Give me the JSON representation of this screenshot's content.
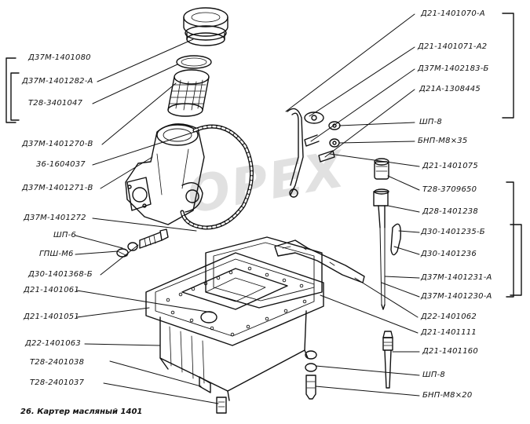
{
  "watermark": "OPEX",
  "caption": "26. Картер масляный 1401",
  "labels": {
    "l01": "Д37М-1401080",
    "l02": "Д37М-1401282-А",
    "l03": "Т28-3401047",
    "l04": "Д37М-1401270-В",
    "l05": "36-1604037",
    "l06": "Д37М-1401271-В",
    "l07": "Д37М-1401272",
    "l08": "ШП-6",
    "l09": "ГПШ-М6",
    "l10": "Д30-1401368-Б",
    "l11": "Д21-1401061",
    "l12": "Д21-1401051",
    "l13": "Д22-1401063",
    "l14": "Т28-2401038",
    "l15": "Т28-2401037",
    "r01": "Д21-1401070-А",
    "r02": "Д21-1401071-А2",
    "r03": "Д37М-1402183-Б",
    "r04": "Д21А-1308445",
    "r05": "ШП-8",
    "r06": "БНП-М8×35",
    "r07": "Д21-1401075",
    "r08": "Т28-3709650",
    "r09": "Д28-1401238",
    "r10": "Д30-1401235-Б",
    "r11": "Д30-1401236",
    "r12": "Д37М-1401231-А",
    "r13": "Д37М-1401230-А",
    "r14": "Д22-1401062",
    "r15": "Д21-1401111",
    "r16": "Д21-1401160",
    "r17": "ШП-8",
    "r18": "БНП-М8×20"
  }
}
